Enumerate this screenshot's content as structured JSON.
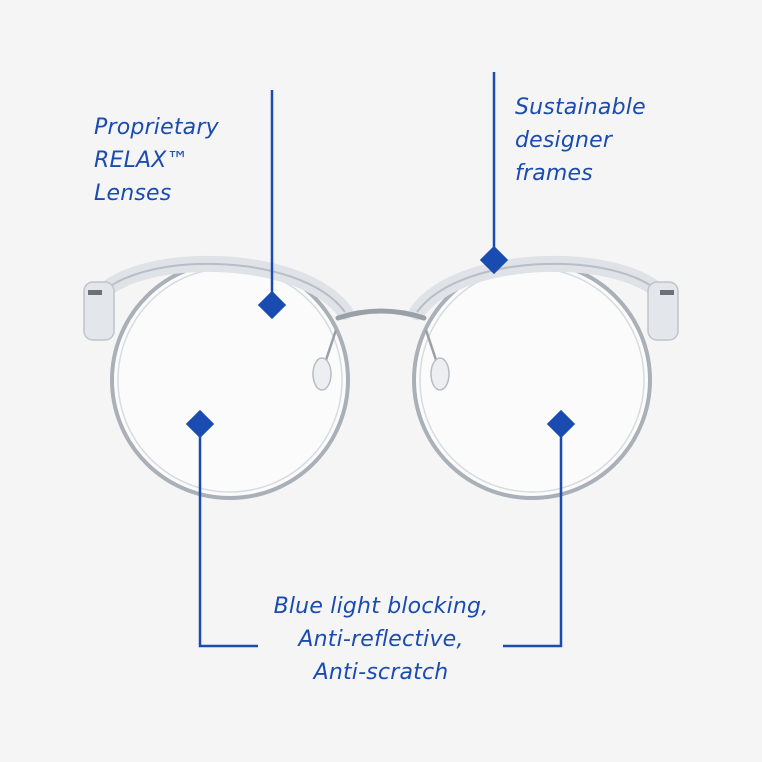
{
  "theme": {
    "accent": "#1a4bb0",
    "background": "#f5f5f5",
    "metal": "#a9aeb6",
    "acetate": "#dfe2e6"
  },
  "product": {
    "image": "clear-round-eyeglasses"
  },
  "callouts": {
    "lenses": {
      "lines": [
        "Proprietary",
        "RELAX™",
        "Lenses"
      ]
    },
    "frames": {
      "lines": [
        "Sustainable",
        "designer",
        "frames"
      ]
    },
    "coatings": {
      "lines": [
        "Blue light blocking,",
        "Anti-reflective,",
        "Anti-scratch"
      ]
    }
  }
}
